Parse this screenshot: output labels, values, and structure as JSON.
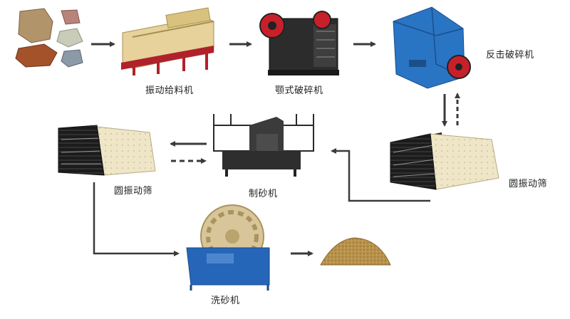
{
  "labels": {
    "feeder": "振动给料机",
    "jaw_crusher": "颚式破碎机",
    "impact_crusher": "反击破碎机",
    "screen_right": "圆振动筛",
    "sand_maker": "制砂机",
    "screen_left": "圆振动筛",
    "sand_washer": "洗砂机"
  },
  "colors": {
    "arrow": "#3a3a3a",
    "feeder_body": "#e6d29a",
    "feeder_frame": "#b0222a",
    "jaw_body": "#2c2c2c",
    "jaw_wheel": "#c8202a",
    "impact_body": "#2a74c4",
    "screen_body": "#efe6c8",
    "screen_mesh": "#1c1c1c",
    "sand_maker_body": "#3b3b3b",
    "washer_tank": "#2666b8",
    "washer_wheel": "#d8c69a",
    "sand": "#b8924a"
  },
  "icons": {
    "raw_stones": "raw-material-stones-icon",
    "final_sand": "finished-sand-pile-icon"
  }
}
